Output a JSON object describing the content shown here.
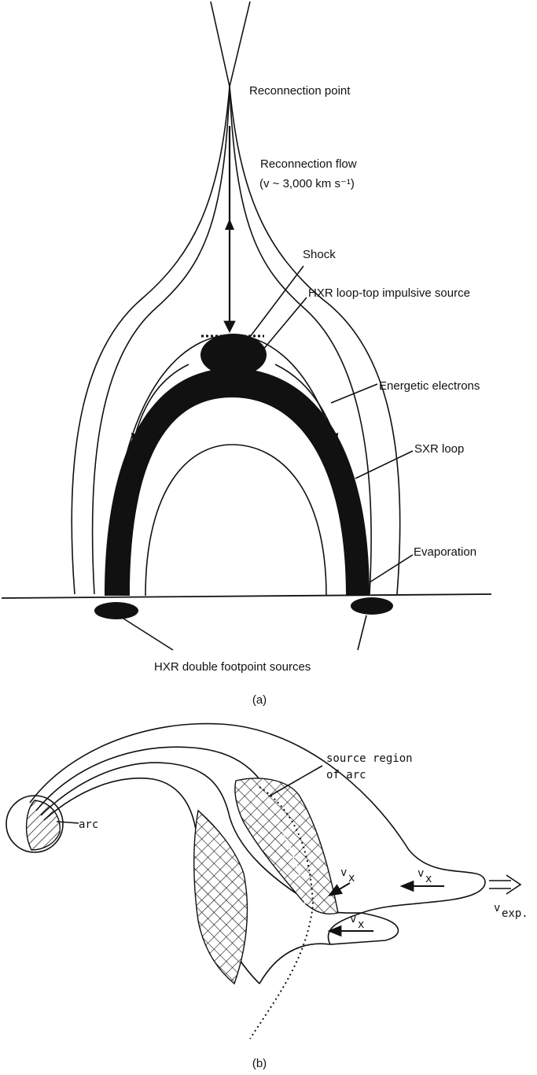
{
  "panel_a": {
    "labels": {
      "reconnection_point": "Reconnection point",
      "reconnection_flow": "Reconnection flow",
      "flow_speed": "(v ~ 3,000 km s⁻¹)",
      "shock": "Shock",
      "hxr_looptop": "HXR loop-top impulsive source",
      "energetic_electrons": "Energetic electrons",
      "sxr_loop": "SXR loop",
      "evaporation": "Evaporation",
      "hxr_footpoints": "HXR double footpoint sources"
    },
    "caption": "(a)"
  },
  "panel_b": {
    "labels": {
      "source_region_1": "source region",
      "source_region_2": "of arc",
      "arc": "arc",
      "vx_inner": "v",
      "vx_inner_sub": "x",
      "vx_upper": "v",
      "vx_upper_sub": "x",
      "vx_lower": "v",
      "vx_lower_sub": "x",
      "vexp": "v",
      "vexp_sub": "exp."
    },
    "caption": "(b)"
  }
}
